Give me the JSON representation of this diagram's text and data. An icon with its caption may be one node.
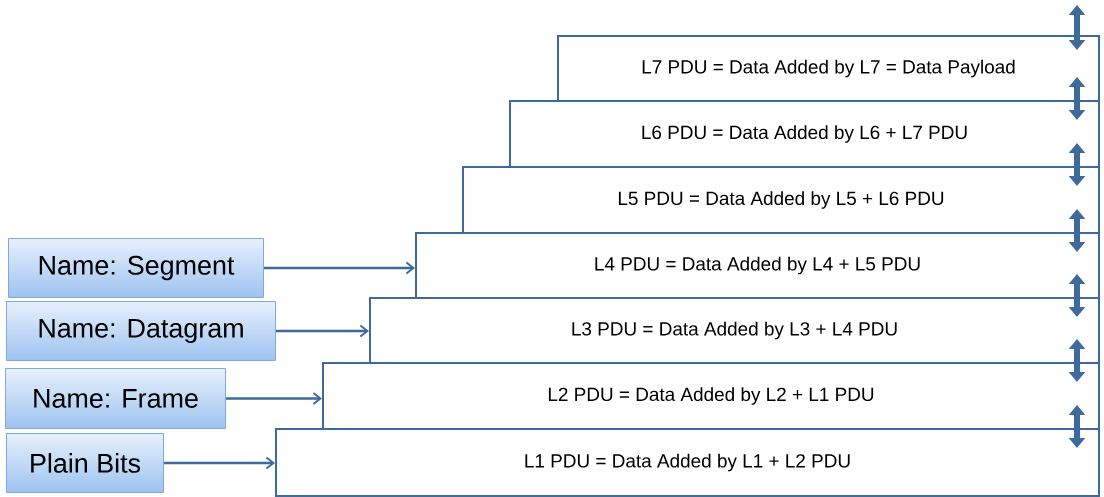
{
  "diagram": {
    "nodes": [
      {
        "text": [
          "L7 PDU = Data Added by L7 = Data Payload"
        ]
      },
      {
        "text": [
          "L6 PDU = Data Added by L6  + L7 PDU"
        ]
      },
      {
        "text": [
          "L5 PDU = Data Added by L5 + L6 PDU"
        ]
      },
      {
        "text": [
          "L4 PDU = Data Added by L4 + L5 PDU"
        ]
      },
      {
        "text": [
          "L3 PDU = Data Added by L3 + L4 PDU"
        ]
      },
      {
        "text": [
          "L2 PDU = Data Added by L2 + L1 PDU"
        ]
      },
      {
        "text": [
          "L1 PDU = Data Added by L1 + L2 PDU"
        ]
      },
      {
        "text": [
          "Name: Segment"
        ]
      },
      {
        "text": [
          "Name: Datagram"
        ]
      },
      {
        "text": [
          "Name: Frame"
        ]
      },
      {
        "text": [
          "Plain Bits"
        ]
      }
    ],
    "edges": [
      {
        "from": null,
        "to": 0,
        "arrow": "both"
      },
      {
        "from": 1,
        "to": 0,
        "arrow": "both"
      },
      {
        "from": 2,
        "to": 1,
        "arrow": "both"
      },
      {
        "from": 3,
        "to": 2,
        "arrow": "both"
      },
      {
        "from": 4,
        "to": 3,
        "arrow": "both"
      },
      {
        "from": 5,
        "to": 4,
        "arrow": "both"
      },
      {
        "from": 6,
        "to": 5,
        "arrow": "both"
      },
      {
        "from": 7,
        "to": 3,
        "arrow": "to"
      },
      {
        "from": 8,
        "to": 4,
        "arrow": "to"
      },
      {
        "from": 9,
        "to": 5,
        "arrow": "to"
      },
      {
        "from": 10,
        "to": 6,
        "arrow": "to"
      }
    ]
  }
}
